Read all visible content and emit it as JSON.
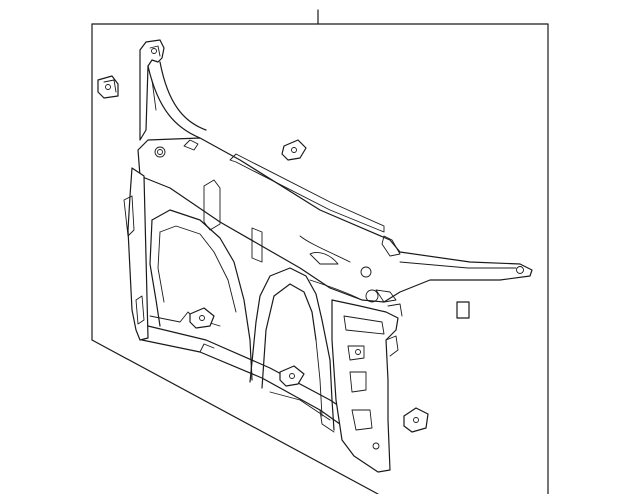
{
  "diagram": {
    "callout_label": "",
    "parts": [
      {
        "name": "radiator-support-panel",
        "callout": ""
      },
      {
        "name": "clip-nut-left-top",
        "callout": ""
      },
      {
        "name": "clip-nut-center-top",
        "callout": ""
      },
      {
        "name": "clip-nut-lower-left",
        "callout": ""
      },
      {
        "name": "clip-nut-lower-center",
        "callout": ""
      },
      {
        "name": "clip-nut-right-bottom",
        "callout": ""
      },
      {
        "name": "rectangular-plug",
        "callout": ""
      }
    ],
    "colors": {
      "line": "#1a1a1a",
      "background": "#ffffff"
    }
  }
}
